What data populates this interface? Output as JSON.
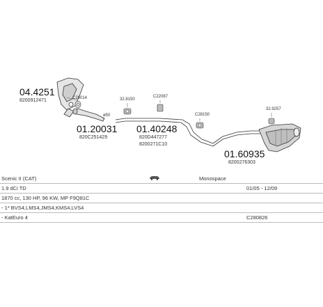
{
  "parts": {
    "p1": {
      "number": "04.4251",
      "oem": "8200912471"
    },
    "p2": {
      "ref": "C28014"
    },
    "p3": {
      "number": "01.20031",
      "oem": "820C251429",
      "dim": "ø50"
    },
    "p4": {
      "ref_left": "32.8150",
      "ref_right": "C22087"
    },
    "p5": {
      "number": "01.40248",
      "oem": "820D447277",
      "oem2": "8200271C10"
    },
    "p6": {
      "ref": "C28150"
    },
    "p7": {
      "ref": "32.9257"
    },
    "p8": {
      "number": "01.60935",
      "oem": "8200276303"
    }
  },
  "info": {
    "row1": {
      "model": "Scenic II (CAT)",
      "body": "Monospace"
    },
    "row2": {
      "engine": "1.9 dCi TD",
      "years": "01/05 - 12/09"
    },
    "row3": {
      "spec": "1870 cc, 130 HP, 96 KW, MP F9Q81C"
    },
    "row4": {
      "codes": "- 1* BVS4,LMS4,JMS4,KMS4,LVS4"
    },
    "row5": {
      "emission": "- KatEuro 4",
      "code": "C280826"
    }
  }
}
